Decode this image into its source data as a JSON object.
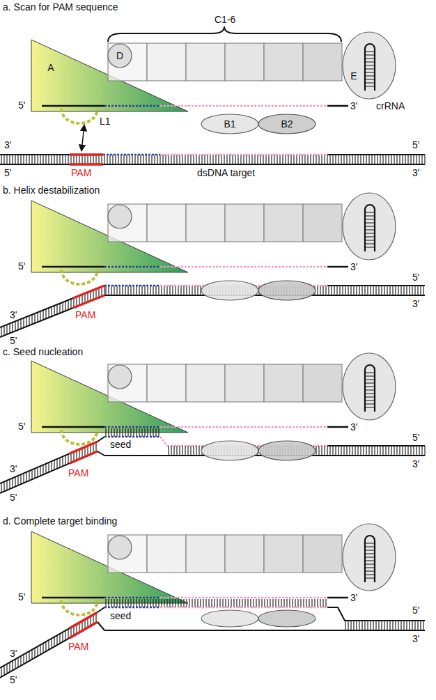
{
  "diagram": {
    "nodes": [
      {
        "text": [
          "A"
        ]
      },
      {
        "text": [
          "D"
        ]
      },
      {
        "text": [
          "E"
        ]
      },
      {
        "text": [
          "B1"
        ]
      },
      {
        "text": [
          "B2"
        ]
      }
    ],
    "labels": [
      "a. Scan for PAM sequence",
      "C1-6",
      "5'",
      "3'",
      "crRNA",
      "L1",
      "3'",
      "5'",
      "5'",
      "3'",
      "PAM",
      "dsDNA target",
      "b. Helix destabilization",
      "5'",
      "3'",
      "3'",
      "5'",
      "PAM",
      "5'",
      "3'",
      "c. Seed nucleation",
      "5'",
      "3'",
      "seed",
      "3'",
      "5'",
      "PAM",
      "5'",
      "3'",
      "d. Complete target binding",
      "5'",
      "3'",
      "seed",
      "3'",
      "5'",
      "PAM",
      "5'",
      "3'"
    ]
  }
}
